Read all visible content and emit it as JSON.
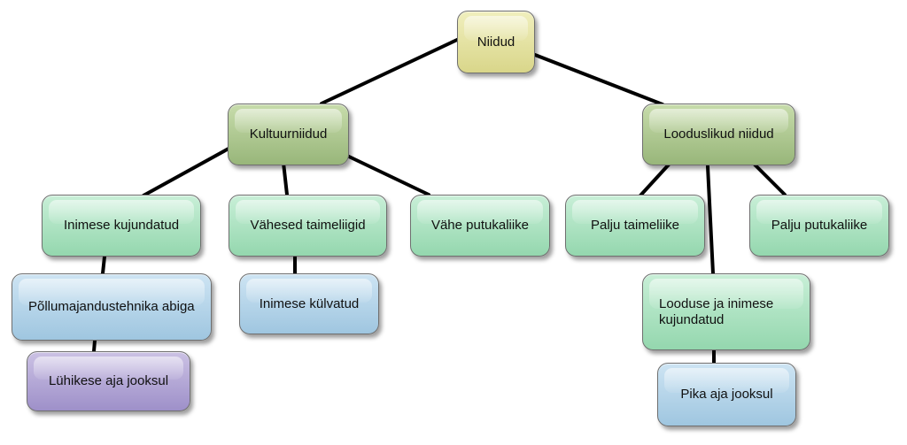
{
  "diagram": {
    "nodes": {
      "niidud": "Niidud",
      "kultuurniidud": "Kultuurniidud",
      "looduslikud_niidud": "Looduslikud niidud",
      "inimese_kujundatud": "Inimese kujundatud",
      "vahesed_taimeliigid": "Vähesed taimeliigid",
      "vahe_putukaliike": "Vähe putukaliike",
      "palju_taimeliike": "Palju taimeliike",
      "palju_putukaliike": "Palju putukaliike",
      "pollumajandustehnika_abiga": "Põllumajandustehnika abiga",
      "inimese_kulvatud": "Inimese külvatud",
      "looduse_ja_inimese_kujundatud": "Looduse ja inimese kujundatud",
      "luhikese_aja_jooksul": "Lühikese aja jooksul",
      "pika_aja_jooksul": "Pika aja jooksul"
    }
  }
}
